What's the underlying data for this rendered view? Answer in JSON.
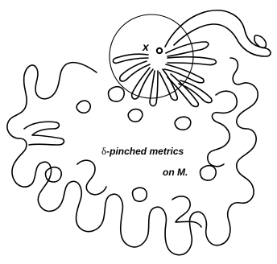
{
  "labels": {
    "point": "x",
    "delta": "δ",
    "caption_line1": "-pinched metrics",
    "caption_line2": "on M."
  },
  "colors": {
    "ink": "#000000",
    "background": "#ffffff"
  }
}
